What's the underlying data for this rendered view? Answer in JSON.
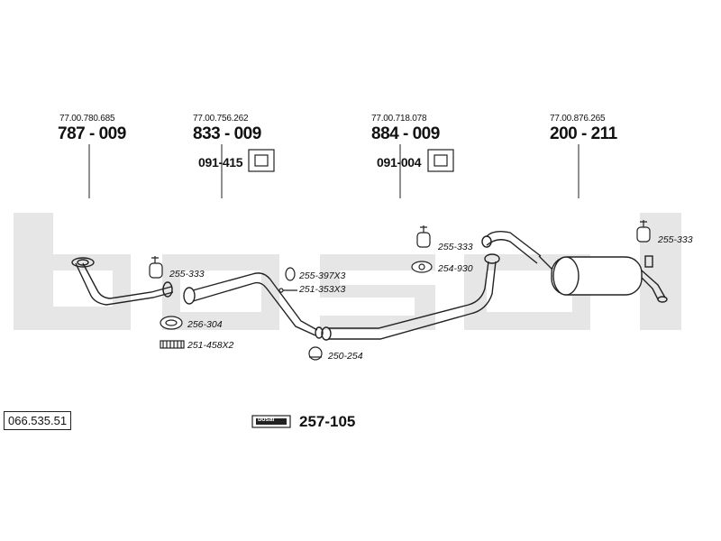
{
  "diagram": {
    "watermark": "bosal",
    "reference_box": "066.535.51",
    "kit_number": "257-105",
    "kit_logo": "bosal",
    "columns": [
      {
        "oem": "77.00.780.685",
        "part": "787 - 009"
      },
      {
        "oem": "77.00.756.262",
        "part": "833 - 009",
        "hanger": "091-415"
      },
      {
        "oem": "77.00.718.078",
        "part": "884 - 009",
        "hanger": "091-004"
      },
      {
        "oem": "77.00.876.265",
        "part": "200 - 211"
      }
    ],
    "accessories": [
      "255-333",
      "256-304",
      "251-458X2",
      "255-397X3",
      "251-353X3",
      "250-254",
      "255-333",
      "254-930",
      "255-333"
    ]
  }
}
